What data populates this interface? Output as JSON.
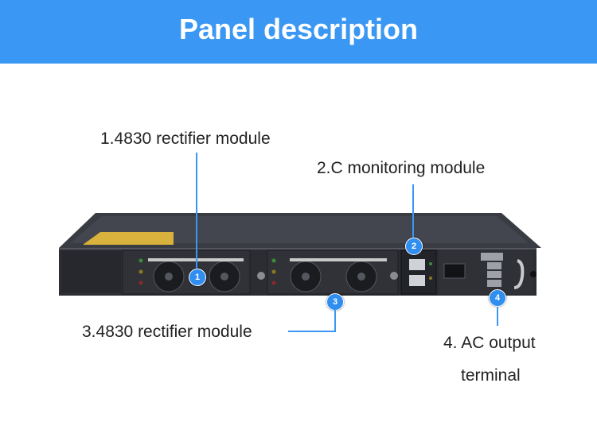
{
  "banner": {
    "title": "Panel description"
  },
  "callouts": [
    {
      "num": "1",
      "label": "1.4830 rectifier module"
    },
    {
      "num": "2",
      "label": "2.C monitoring module"
    },
    {
      "num": "3",
      "label": "3.4830 rectifier module"
    },
    {
      "num": "4",
      "label_line1": "4. AC output",
      "label_line2": "terminal"
    }
  ],
  "colors": {
    "banner": "#3a97f3",
    "marker": "#2f8ef0",
    "chassis": "#2b2d33"
  }
}
